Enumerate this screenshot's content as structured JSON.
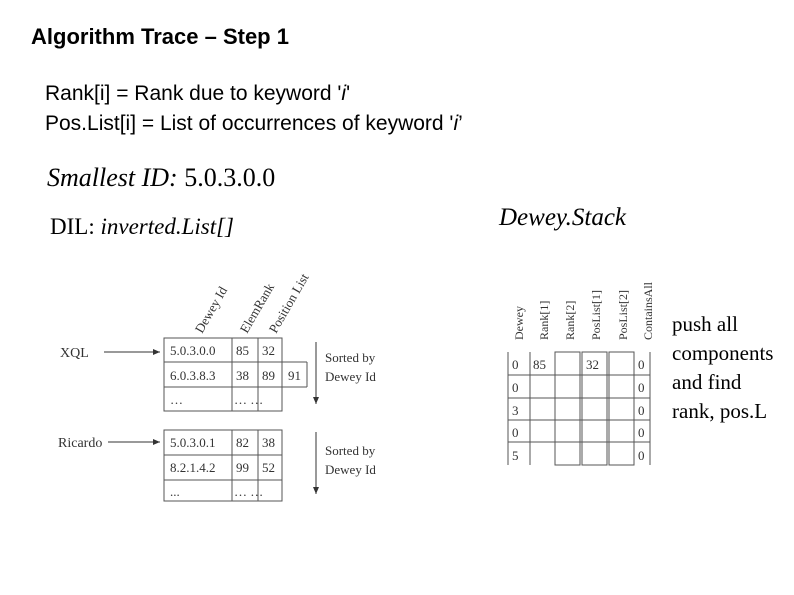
{
  "slide": {
    "title": "Algorithm Trace – Step 1",
    "line1_prefix": "Rank[i] = Rank due to keyword '",
    "line1_var": "i",
    "line1_suffix": "'",
    "line2_prefix": "Pos.List[i] = List of occurrences of keyword '",
    "line2_var": "i",
    "line2_suffix": "’",
    "smallest_label": "Smallest ID:",
    "smallest_value": "5.0.3.0.0",
    "dil_label": "DIL:",
    "dil_value": "inverted.List[]",
    "dewey_stack": "Dewey.Stack",
    "push_text": [
      "push all",
      "components",
      "and find",
      "rank, pos.L"
    ]
  },
  "inverted_lists": {
    "column_headers": [
      "Dewey Id",
      "ElemRank",
      "Position List"
    ],
    "lists": [
      {
        "keyword": "XQL",
        "rows": [
          [
            "5.0.3.0.0",
            "85",
            "32",
            ""
          ],
          [
            "6.0.3.8.3",
            "38",
            "89",
            "91"
          ],
          [
            "…",
            "",
            "… …",
            ""
          ]
        ],
        "note_line1": "Sorted by",
        "note_line2": "Dewey Id"
      },
      {
        "keyword": "Ricardo",
        "rows": [
          [
            "5.0.3.0.1",
            "82",
            "38",
            ""
          ],
          [
            "8.2.1.4.2",
            "99",
            "52",
            ""
          ],
          [
            "...",
            "",
            "… …",
            ""
          ]
        ],
        "note_line1": "Sorted by",
        "note_line2": "Dewey Id"
      }
    ]
  },
  "dewey_stack_table": {
    "headers": [
      "Dewey",
      "Rank[1]",
      "Rank[2]",
      "PosList[1]",
      "PosList[2]",
      "ContainsAll"
    ],
    "rows": [
      [
        "0",
        "85",
        "",
        "32",
        "",
        "0"
      ],
      [
        "0",
        "",
        "",
        "",
        "",
        "0"
      ],
      [
        "3",
        "",
        "",
        "",
        "",
        "0"
      ],
      [
        "0",
        "",
        "",
        "",
        "",
        "0"
      ],
      [
        "5",
        "",
        "",
        "",
        "",
        "0"
      ]
    ]
  }
}
